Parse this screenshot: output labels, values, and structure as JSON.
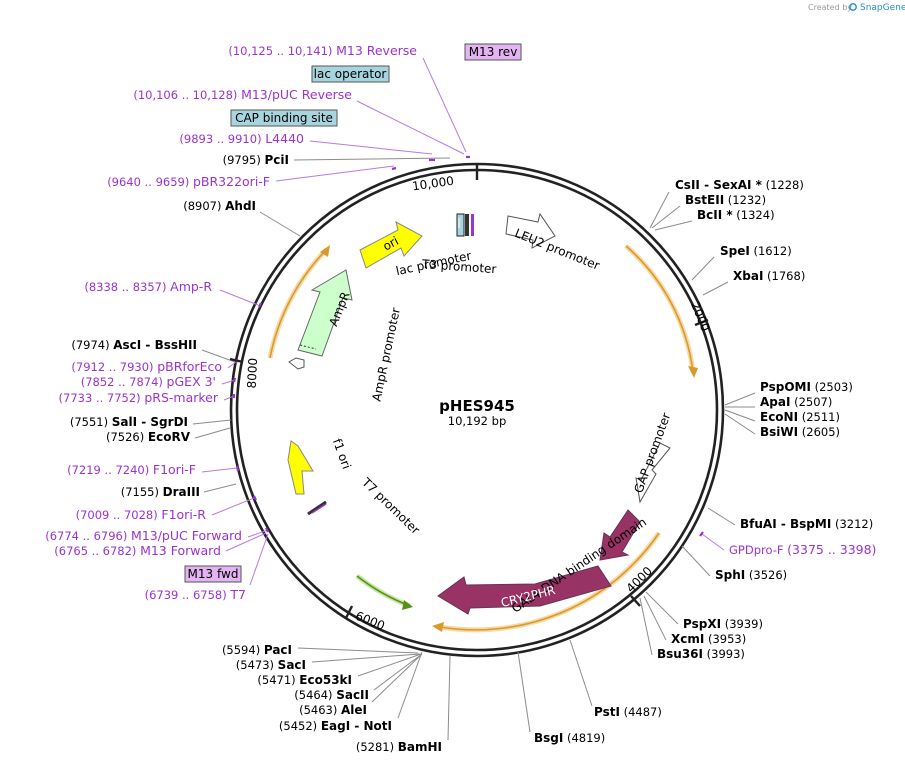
{
  "credit": {
    "created_by": "Created by",
    "brand": "SnapGene"
  },
  "plasmid": {
    "name": "pHES945",
    "length": "10,192 bp"
  },
  "ticks": [
    "2000",
    "4000",
    "6000",
    "8000",
    "10,000"
  ],
  "enzymes": [
    {
      "coord": "(1228)",
      "name": "CsII",
      "extra": "SexAI *"
    },
    {
      "coord": "(1232)",
      "name": "BstEII"
    },
    {
      "coord": "(1324)",
      "name": "BcII *"
    },
    {
      "coord": "(1612)",
      "name": "SpeI"
    },
    {
      "coord": "(1768)",
      "name": "XbaI"
    },
    {
      "coord": "(2503)",
      "name": "PspOMI"
    },
    {
      "coord": "(2507)",
      "name": "ApaI"
    },
    {
      "coord": "(2511)",
      "name": "EcoNI"
    },
    {
      "coord": "(2605)",
      "name": "BsiWI"
    },
    {
      "coord": "(3212)",
      "name": "BfuAI",
      "extra": "BspMI"
    },
    {
      "coord": "(3526)",
      "name": "SphI"
    },
    {
      "coord": "(3939)",
      "name": "PspXI"
    },
    {
      "coord": "(3953)",
      "name": "XcmI"
    },
    {
      "coord": "(3993)",
      "name": "Bsu36I"
    },
    {
      "coord": "(4487)",
      "name": "PstI"
    },
    {
      "coord": "(4819)",
      "name": "BsgI"
    },
    {
      "coord": "(5281)",
      "name": "BamHI"
    },
    {
      "coord": "(5452)",
      "name": "EagI",
      "extra": "NotI"
    },
    {
      "coord": "(5463)",
      "name": "AleI"
    },
    {
      "coord": "(5464)",
      "name": "SacII"
    },
    {
      "coord": "(5471)",
      "name": "Eco53kI"
    },
    {
      "coord": "(5473)",
      "name": "SacI"
    },
    {
      "coord": "(5594)",
      "name": "PacI"
    },
    {
      "coord": "(7155)",
      "name": "DraIII"
    },
    {
      "coord": "(7526)",
      "name": "EcoRV"
    },
    {
      "coord": "(7551)",
      "name": "SalI",
      "extra": "SgrDI"
    },
    {
      "coord": "(7974)",
      "name": "AscI",
      "extra": "BssHII"
    },
    {
      "coord": "(8907)",
      "name": "AhdI"
    },
    {
      "coord": "(9795)",
      "name": "PciI"
    }
  ],
  "primers": [
    {
      "range": "(10,125 .. 10,141)",
      "name": "M13 Reverse"
    },
    {
      "range": "(10,106 .. 10,128)",
      "name": "M13/pUC Reverse"
    },
    {
      "range": "(9893 .. 9910)",
      "name": "L4440"
    },
    {
      "range": "(9640 .. 9659)",
      "name": "pBR322ori-F"
    },
    {
      "range": "(8338 .. 8357)",
      "name": "Amp-R"
    },
    {
      "range": "(7912 .. 7930)",
      "name": "pBRforEco"
    },
    {
      "range": "(7852 .. 7874)",
      "name": "pGEX 3'"
    },
    {
      "range": "(7733 .. 7752)",
      "name": "pRS-marker"
    },
    {
      "range": "(7219 .. 7240)",
      "name": "F1ori-F"
    },
    {
      "range": "(7009 .. 7028)",
      "name": "F1ori-R"
    },
    {
      "range": "(6774 .. 6796)",
      "name": "M13/pUC Forward"
    },
    {
      "range": "(6765 .. 6782)",
      "name": "M13 Forward"
    },
    {
      "range": "(6739 .. 6758)",
      "name": "T7"
    },
    {
      "range": "(3375 .. 3398)",
      "name": "GPDpro-F"
    }
  ],
  "boxes": {
    "m13_rev": "M13 rev",
    "lac_operator": "lac operator",
    "cap_site": "CAP binding site",
    "m13_fwd": "M13 fwd"
  },
  "features": {
    "ori": "ori",
    "ampr": "AmpR",
    "ampr_promoter": "AmpR promoter",
    "lac_promoter": "lac promoter",
    "t3_promoter": "T3 promoter",
    "leu2_promoter": "LEU2 promoter",
    "gap_promoter": "GAP promoter",
    "gal4": "GAL4 DNA binding domain",
    "cry2phr": "CRY2PHR",
    "f1_ori": "f1 ori",
    "t7_promoter": "T7 promoter"
  },
  "colors": {
    "backbone": "#222222",
    "primer": "#9b33d1",
    "ori": "#ffff00",
    "ampr": "#ccffcc",
    "cry2phr": "#993366",
    "orange_arc": "#f2a33a",
    "green_arc": "#7ab829",
    "cap_box": "#a6d5df",
    "m13_box": "#e4b3f2"
  }
}
